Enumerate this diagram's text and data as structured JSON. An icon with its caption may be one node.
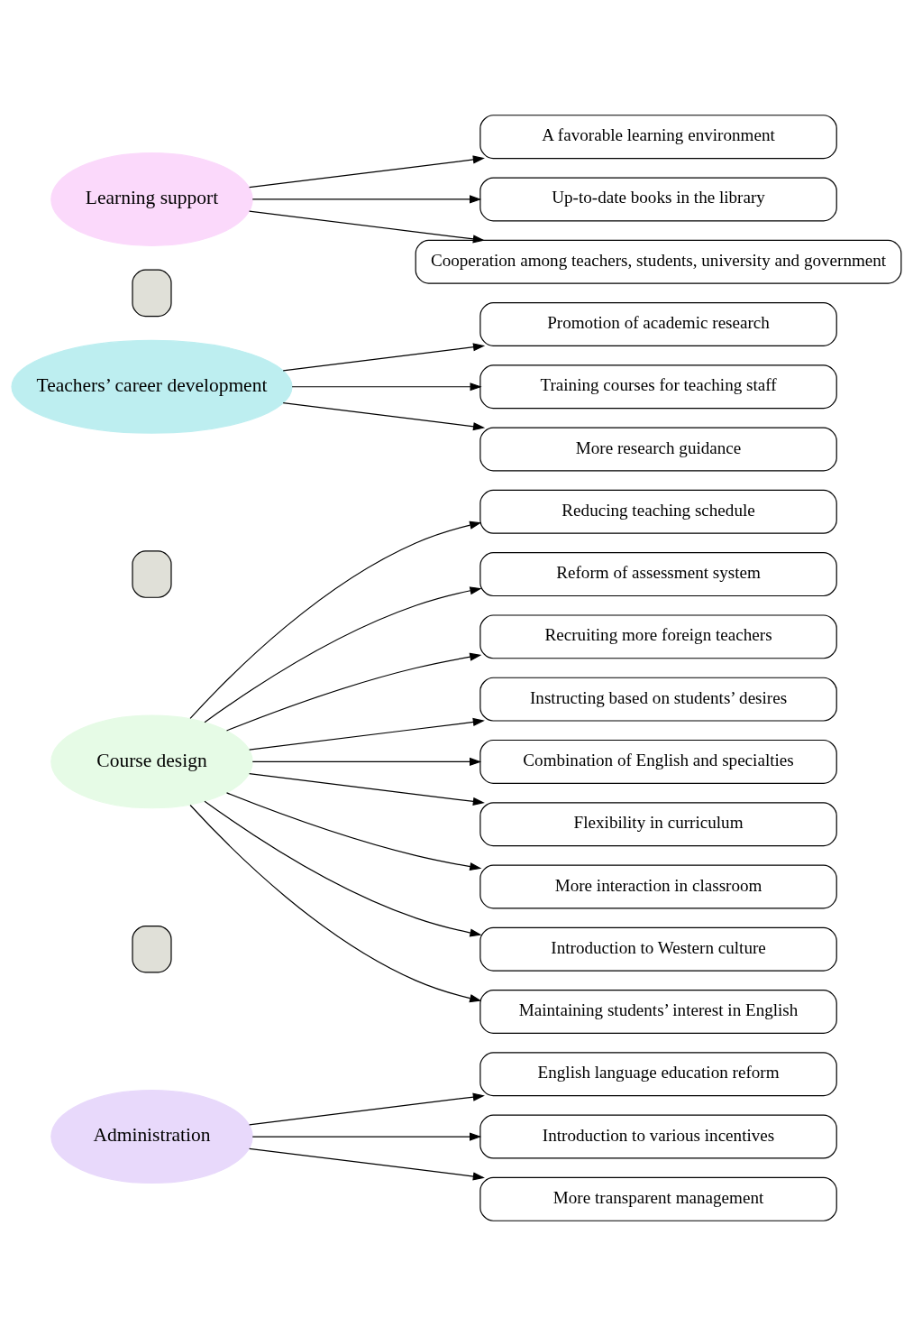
{
  "diagram": {
    "nodes": [
      {
        "text": [
          "Administration"
        ]
      },
      {
        "text": [
          "English language education reform"
        ]
      },
      {
        "text": [
          "Introduction to various incentives"
        ]
      },
      {
        "text": [
          "More transparent management"
        ]
      },
      {
        "text": [],
        "shape": "plus"
      },
      {
        "text": [
          "Course design"
        ]
      },
      {
        "text": [
          "Reducing teaching schedule"
        ]
      },
      {
        "text": [
          "Reform of assessment system"
        ]
      },
      {
        "text": [
          "Recruiting more foreign teachers"
        ]
      },
      {
        "text": [
          "Instructing based on students’ desires"
        ]
      },
      {
        "text": [
          "Combination of English and specialties"
        ]
      },
      {
        "text": [
          "Flexibility in curriculum"
        ]
      },
      {
        "text": [
          "More interaction in classroom"
        ]
      },
      {
        "text": [
          "Introduction to Western culture"
        ]
      },
      {
        "text": [
          "Maintaining students’ interest in English"
        ]
      },
      {
        "text": [],
        "shape": "plus"
      },
      {
        "text": [
          "Teachers’ career development"
        ]
      },
      {
        "text": [
          "Promotion of academic research"
        ]
      },
      {
        "text": [
          "Training courses for teaching staff"
        ]
      },
      {
        "text": [
          "More research guidance"
        ]
      },
      {
        "text": [],
        "shape": "plus"
      },
      {
        "text": [
          "Learning support"
        ]
      },
      {
        "text": [
          "A favorable learning environment"
        ]
      },
      {
        "text": [
          "Up-to-date books in the library"
        ]
      },
      {
        "text": [
          "Cooperation among teachers, students, university and government"
        ]
      }
    ],
    "edges": [
      {
        "from": 0,
        "to": 1,
        "arrow": "to"
      },
      {
        "from": 0,
        "to": 2,
        "arrow": "to"
      },
      {
        "from": 0,
        "to": 3,
        "arrow": "to"
      },
      {
        "from": 5,
        "to": 6,
        "arrow": "to"
      },
      {
        "from": 5,
        "to": 7,
        "arrow": "to"
      },
      {
        "from": 5,
        "to": 8,
        "arrow": "to"
      },
      {
        "from": 5,
        "to": 9,
        "arrow": "to"
      },
      {
        "from": 5,
        "to": 10,
        "arrow": "to"
      },
      {
        "from": 5,
        "to": 11,
        "arrow": "to"
      },
      {
        "from": 5,
        "to": 12,
        "arrow": "to"
      },
      {
        "from": 5,
        "to": 13,
        "arrow": "to"
      },
      {
        "from": 5,
        "to": 14,
        "arrow": "to"
      },
      {
        "from": 16,
        "to": 17,
        "arrow": "to"
      },
      {
        "from": 16,
        "to": 18,
        "arrow": "to"
      },
      {
        "from": 16,
        "to": 19,
        "arrow": "to"
      },
      {
        "from": 21,
        "to": 22,
        "arrow": "to"
      },
      {
        "from": 21,
        "to": 23,
        "arrow": "to"
      },
      {
        "from": 21,
        "to": 24,
        "arrow": "to"
      }
    ]
  }
}
